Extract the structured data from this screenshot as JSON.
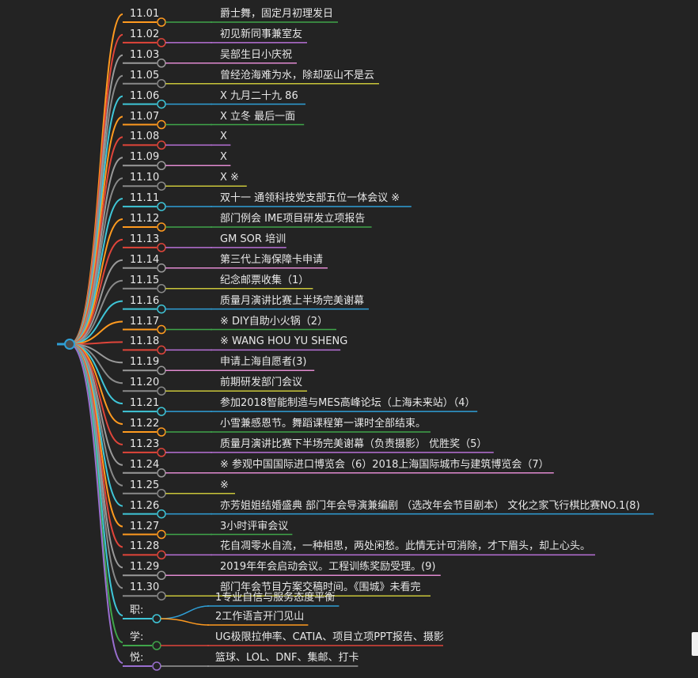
{
  "colors": {
    "background": "#232323",
    "palette": [
      "#ff9a1f",
      "#e0453a",
      "#9a9a9a",
      "#9a9a9a",
      "#3fc6d8",
      "#ff9a1f",
      "#e0453a",
      "#9a9a9a",
      "#9a9a9a"
    ],
    "root": "#2f9fd6"
  },
  "items": [
    {
      "date": "11.01",
      "text": "爵士舞，固定月初理发日",
      "color": "#ff9a1f",
      "ucolor": "#3fa54a"
    },
    {
      "date": "11.02",
      "text": "初见新同事兼室友",
      "color": "#e0453a",
      "ucolor": "#b770d6"
    },
    {
      "date": "11.03",
      "text": "吴部生日小庆祝",
      "color": "#9a9a9a",
      "ucolor": "#e08ad0"
    },
    {
      "date": "11.05",
      "text": "曾经沧海难为水，除却巫山不是云",
      "color": "#8a8a8a",
      "ucolor": "#c9c53a"
    },
    {
      "date": "11.06",
      "text": "X 九月二十九 86",
      "color": "#3fc6d8",
      "ucolor": "#2f9fd6"
    },
    {
      "date": "11.07",
      "text": "X 立冬 最后一面",
      "color": "#ff9a1f",
      "ucolor": "#3fa54a"
    },
    {
      "date": "11.08",
      "text": "X",
      "color": "#e0453a",
      "ucolor": "#b770d6"
    },
    {
      "date": "11.09",
      "text": "X",
      "color": "#9a9a9a",
      "ucolor": "#e08ad0"
    },
    {
      "date": "11.10",
      "text": "X ※",
      "color": "#8a8a8a",
      "ucolor": "#c9c53a"
    },
    {
      "date": "11.11",
      "text": "双十一 通领科技党支部五位一体会议 ※",
      "color": "#3fc6d8",
      "ucolor": "#2f9fd6"
    },
    {
      "date": "11.12",
      "text": "部门例会 IME项目研发立项报告",
      "color": "#ff9a1f",
      "ucolor": "#3fa54a"
    },
    {
      "date": "11.13",
      "text": "GM SOR 培训",
      "color": "#e0453a",
      "ucolor": "#b770d6"
    },
    {
      "date": "11.14",
      "text": "第三代上海保障卡申请",
      "color": "#9a9a9a",
      "ucolor": "#e08ad0"
    },
    {
      "date": "11.15",
      "text": "纪念邮票收集（1）",
      "color": "#8a8a8a",
      "ucolor": "#c9c53a"
    },
    {
      "date": "11.16",
      "text": "质量月演讲比赛上半场完美谢幕",
      "color": "#3fc6d8",
      "ucolor": "#2f9fd6"
    },
    {
      "date": "11.17",
      "text": "※ DIY自助小火锅（2）",
      "color": "#ff9a1f",
      "ucolor": "#3fa54a"
    },
    {
      "date": "11.18",
      "text": "※ WANG HOU YU SHENG",
      "color": "#e0453a",
      "ucolor": "#b770d6"
    },
    {
      "date": "11.19",
      "text": "申请上海自愿者(3)",
      "color": "#9a9a9a",
      "ucolor": "#e08ad0"
    },
    {
      "date": "11.20",
      "text": "前期研发部门会议",
      "color": "#8a8a8a",
      "ucolor": "#c9c53a"
    },
    {
      "date": "11.21",
      "text": "参加2018智能制造与MES高峰论坛（上海未来站）（4）",
      "color": "#3fc6d8",
      "ucolor": "#2f9fd6"
    },
    {
      "date": "11.22",
      "text": "小雪兼感恩节。舞蹈课程第一课时全部结束。",
      "color": "#ff9a1f",
      "ucolor": "#3fa54a"
    },
    {
      "date": "11.23",
      "text": "质量月演讲比赛下半场完美谢幕（负责摄影） 优胜奖（5）",
      "color": "#e0453a",
      "ucolor": "#b770d6"
    },
    {
      "date": "11.24",
      "text": "※ 参观中国国际进口博览会（6）2018上海国际城市与建筑博览会（7）",
      "color": "#9a9a9a",
      "ucolor": "#e08ad0"
    },
    {
      "date": "11.25",
      "text": "※",
      "color": "#8a8a8a",
      "ucolor": "#c9c53a"
    },
    {
      "date": "11.26",
      "text": "亦芳姐姐结婚盛典 部门年会导演兼编剧 （选改年会节目剧本） 文化之家飞行棋比赛NO.1(8)",
      "color": "#3fc6d8",
      "ucolor": "#2f9fd6"
    },
    {
      "date": "11.27",
      "text": "3小时评审会议",
      "color": "#ff9a1f",
      "ucolor": "#3fa54a"
    },
    {
      "date": "11.28",
      "text": "花自凋零水自流，一种相思，两处闲愁。此情无计可消除，才下眉头，却上心头。",
      "color": "#e0453a",
      "ucolor": "#b770d6"
    },
    {
      "date": "11.29",
      "text": "2019年年会启动会议。工程训练奖励受理。(9)",
      "color": "#9a9a9a",
      "ucolor": "#e08ad0"
    },
    {
      "date": "11.30",
      "text": "部门年会节目方案交稿时间。《围城》未看完",
      "color": "#8a8a8a",
      "ucolor": "#c9c53a"
    }
  ],
  "groups": [
    {
      "label": "职:",
      "color": "#3fc6d8",
      "children": [
        {
          "text": "1专业自信与服务态度平衡",
          "ucolor": "#2f9fd6"
        },
        {
          "text": "2工作语言开门见山",
          "ucolor": "#ff9a1f"
        }
      ]
    },
    {
      "label": "学:",
      "color": "#3fa54a",
      "children": [
        {
          "text": "UG极限拉伸率、CATIA、项目立项PPT报告、摄影",
          "ucolor": "#e0453a"
        }
      ]
    },
    {
      "label": "悦:",
      "color": "#9a6fd0",
      "children": [
        {
          "text": "篮球、LOL、DNF、集邮、打卡",
          "ucolor": "#9a9a9a"
        }
      ]
    }
  ]
}
